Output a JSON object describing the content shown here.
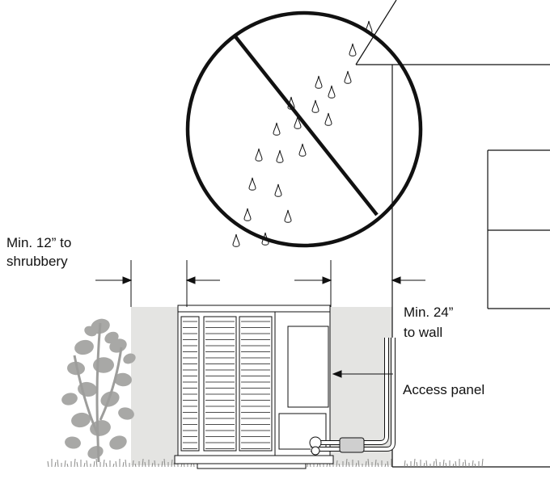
{
  "labels": {
    "shrub_line1": "Min. 12” to",
    "shrub_line2": "shrubbery",
    "wall_line1": "Min. 24”",
    "wall_line2": "to wall",
    "access_panel": "Access panel"
  },
  "colors": {
    "line": "#111111",
    "clearance_zone": "#e4e4e2",
    "shrub": "#b5b5b3",
    "shrub_dark": "#9d9d9b",
    "grass": "#8a8a88",
    "unit_fill": "#ffffff",
    "copper_tube": "#cfcfcf"
  },
  "icons": {
    "no_rain_symbol": "no-rain-icon",
    "shrub": "shrub-icon",
    "condenser": "condenser-unit-icon"
  }
}
